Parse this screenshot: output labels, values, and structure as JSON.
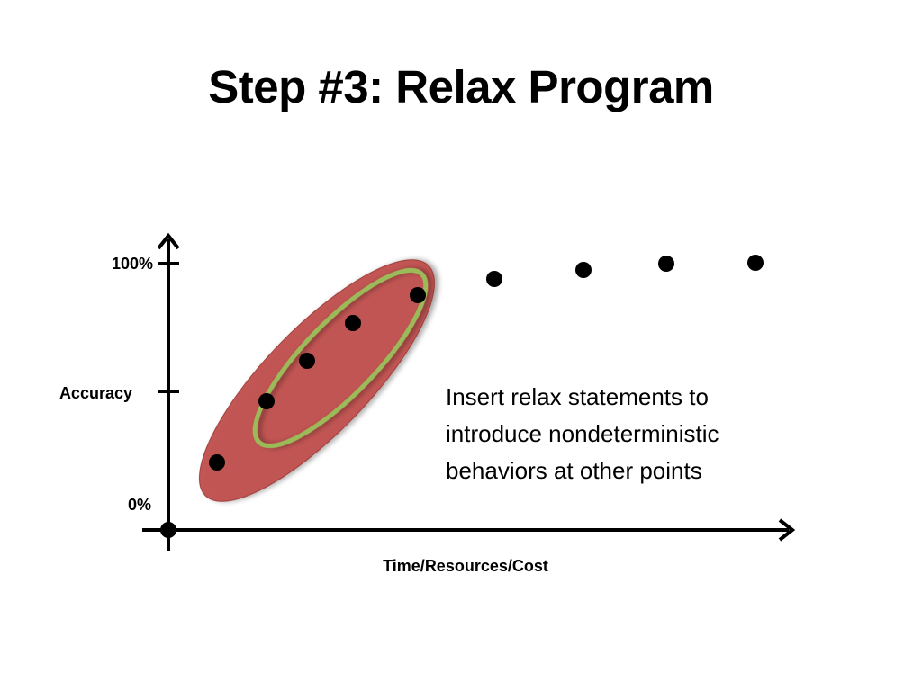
{
  "slide": {
    "title": "Step #3: Relax Program"
  },
  "diagram": {
    "y_axis_label": "Accuracy",
    "x_axis_label": "Time/Resources/Cost",
    "y_tick_labels": [
      "100%",
      "0%"
    ],
    "note_lines": [
      "Insert relax statements to",
      "introduce nondeterministic",
      "behaviors at other points"
    ],
    "colors": {
      "red_region": "#c0504d",
      "green_outline": "#9bbb59",
      "points": "#000000",
      "axes": "#000000"
    }
  }
}
